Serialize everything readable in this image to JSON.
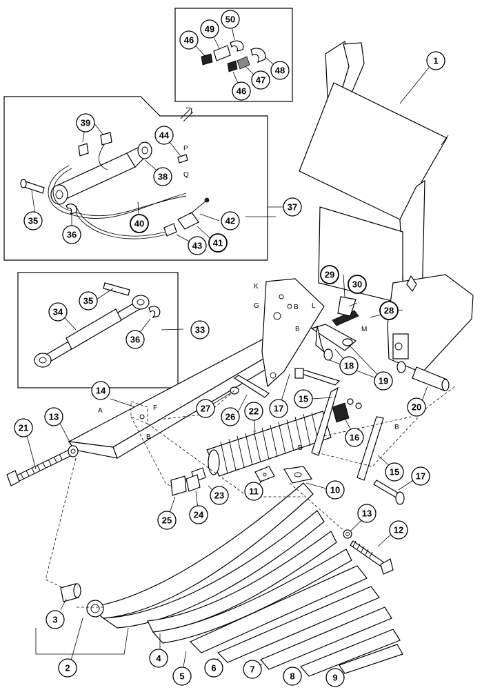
{
  "callouts": {
    "c1": "1",
    "c2": "2",
    "c3": "3",
    "c4": "4",
    "c5": "5",
    "c6": "6",
    "c7": "7",
    "c8": "8",
    "c9": "9",
    "c10": "10",
    "c11": "11",
    "c12": "12",
    "c13a": "13",
    "c13b": "13",
    "c14": "14",
    "c15a": "15",
    "c15b": "15",
    "c16": "16",
    "c17a": "17",
    "c17b": "17",
    "c18": "18",
    "c19": "19",
    "c20": "20",
    "c21": "21",
    "c22": "22",
    "c23": "23",
    "c24": "24",
    "c25": "25",
    "c26": "26",
    "c27": "27",
    "c28": "28",
    "c29": "29",
    "c30": "30",
    "c33": "33",
    "c34": "34",
    "c35a": "35",
    "c35b": "35",
    "c36a": "36",
    "c36b": "36",
    "c37": "37",
    "c38": "38",
    "c39": "39",
    "c40a": "40",
    "c40b": "40",
    "c41": "41",
    "c42": "42",
    "c43": "43",
    "c44": "44",
    "c46a": "46",
    "c46b": "46",
    "c47": "47",
    "c48": "48",
    "c49": "49",
    "c50": "50"
  },
  "letters": {
    "A": "A",
    "B1": "B",
    "F": "F",
    "K": "K",
    "G": "G",
    "B2": "B",
    "B3": "B",
    "L": "L",
    "M": "M",
    "B4": "B",
    "B5": "B",
    "P": "P",
    "Q": "Q"
  }
}
